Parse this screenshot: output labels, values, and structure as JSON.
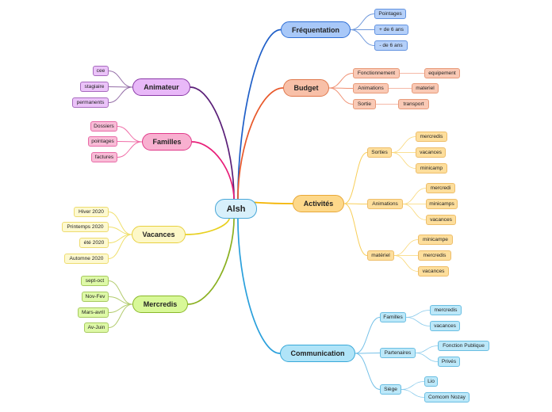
{
  "root": {
    "label": "Alsh",
    "color": "#d8f0fb",
    "border": "#4aa8d8"
  },
  "branches": [
    {
      "key": "frequentation",
      "label": "Fréquentation",
      "color": "#a8c8f8",
      "border": "#2f6fd6",
      "line": "#1f5fc8",
      "children": [
        {
          "label": "Pointages"
        },
        {
          "label": "+ de 6 ans"
        },
        {
          "label": "- de 6 ans"
        }
      ]
    },
    {
      "key": "budget",
      "label": "Budget",
      "color": "#f8c0a8",
      "border": "#e0784c",
      "line": "#e8582a",
      "children": [
        {
          "label": "Fonctionnement",
          "children": [
            {
              "label": "equipement"
            }
          ]
        },
        {
          "label": "Animations",
          "children": [
            {
              "label": "materiel"
            }
          ]
        },
        {
          "label": "Sortie",
          "children": [
            {
              "label": "transport"
            }
          ]
        }
      ]
    },
    {
      "key": "activites",
      "label": "Activités",
      "color": "#fdd88a",
      "border": "#e8a838",
      "line": "#f4b400",
      "children": [
        {
          "label": "Sorties",
          "children": [
            {
              "label": "mercredis"
            },
            {
              "label": "vacances"
            },
            {
              "label": "minicamp"
            }
          ]
        },
        {
          "label": "Animations",
          "children": [
            {
              "label": "mercredi"
            },
            {
              "label": "minicamps"
            },
            {
              "label": "vacances"
            }
          ]
        },
        {
          "label": "matériel",
          "children": [
            {
              "label": "minicampe"
            },
            {
              "label": "mercredis"
            },
            {
              "label": "vacances"
            }
          ]
        }
      ]
    },
    {
      "key": "communication",
      "label": "Communication",
      "color": "#b0e4f8",
      "border": "#38a8d8",
      "line": "#2aa0dc",
      "children": [
        {
          "label": "Familles",
          "children": [
            {
              "label": "mercredis"
            },
            {
              "label": "vacances"
            }
          ]
        },
        {
          "label": "Partenaires",
          "children": [
            {
              "label": "Fonction Publique"
            },
            {
              "label": "Privés"
            }
          ]
        },
        {
          "label": "Siège",
          "children": [
            {
              "label": "Lio"
            },
            {
              "label": "Comcom Nozay"
            }
          ]
        }
      ]
    },
    {
      "key": "animateur",
      "label": "Animateur",
      "color": "#e8b8f8",
      "border": "#8a3aa8",
      "line": "#5a1f78",
      "children": [
        {
          "label": "cee"
        },
        {
          "label": "stagiaire"
        },
        {
          "label": "permanents"
        }
      ]
    },
    {
      "key": "familles",
      "label": "Familles",
      "color": "#f8b0d0",
      "border": "#e03a8a",
      "line": "#e81e78",
      "children": [
        {
          "label": "Dossiers"
        },
        {
          "label": "pointages"
        },
        {
          "label": "factures"
        }
      ]
    },
    {
      "key": "vacances",
      "label": "Vacances",
      "color": "#fdf8c8",
      "border": "#e8d040",
      "line": "#e8d020",
      "children": [
        {
          "label": "Hiver 2020"
        },
        {
          "label": "Printemps 2020"
        },
        {
          "label": "été 2020"
        },
        {
          "label": "Automne 2020"
        }
      ]
    },
    {
      "key": "mercredis",
      "label": "Mercredis",
      "color": "#d8f898",
      "border": "#8ab82a",
      "line": "#8ab020",
      "children": [
        {
          "label": "sept-oct"
        },
        {
          "label": "Nov-Fev"
        },
        {
          "label": "Mars-avril"
        },
        {
          "label": "Av-Juin"
        }
      ]
    }
  ]
}
